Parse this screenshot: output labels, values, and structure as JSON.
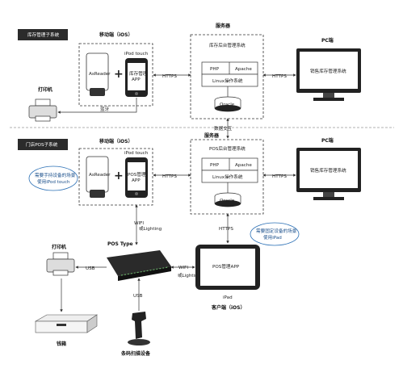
{
  "section1": {
    "title": "库存管理子系统",
    "mobile_label": "移动端（iOS）",
    "asreader": "AsReader",
    "device_label": "iPod touch",
    "app_line1": "库存管理",
    "app_line2": "APP",
    "https_left": "HTTPS",
    "server_label": "服务器",
    "server_system": "库存后台管理系统",
    "php": "PHP",
    "apache": "Apache",
    "linux": "Linux操作系统",
    "oracle": "Oracle",
    "https_right": "HTTPS",
    "pc_label": "PC端",
    "pc_screen": "销售库存管理系统",
    "printer_label": "打印机",
    "print_link": "蓝牙"
  },
  "data_exchange": "数据交互",
  "section2": {
    "title": "门店POS子系统",
    "mobile_label": "移动端（iOS）",
    "asreader": "AsReader",
    "device_label": "iPod touch",
    "app_line1": "POS管理",
    "app_line2": "APP",
    "https_left": "HTTPS",
    "server_label": "服务器",
    "server_system": "POS后台管理系统",
    "php": "PHP",
    "apache": "Apache",
    "linux": "Linux操作系统",
    "oracle": "Oracle",
    "https_right": "HTTPS",
    "pc_label": "PC端",
    "pc_screen": "销售库存管理系统",
    "bubble_left_line1": "需要手持设备的场景",
    "bubble_left_line2": "使用iPod touch",
    "wifi": "WIFI",
    "lighting": "或Lighting",
    "https_down": "HTTPS",
    "bubble_right_line1": "需要固定设备的场景",
    "bubble_right_line2": "使用iPad",
    "printer_label": "打印机",
    "usb_printer": "USB",
    "pos_type": "POS Type",
    "wifi_ipad": "WIFI",
    "lighting_ipad": "或Lighting",
    "ipad_app": "POS管理APP",
    "ipad_label": "iPad",
    "client_label": "客户端（iOS）",
    "cash_drawer_label": "钱箱",
    "usb_scanner": "USB",
    "scanner_label": "条码扫描设备"
  }
}
